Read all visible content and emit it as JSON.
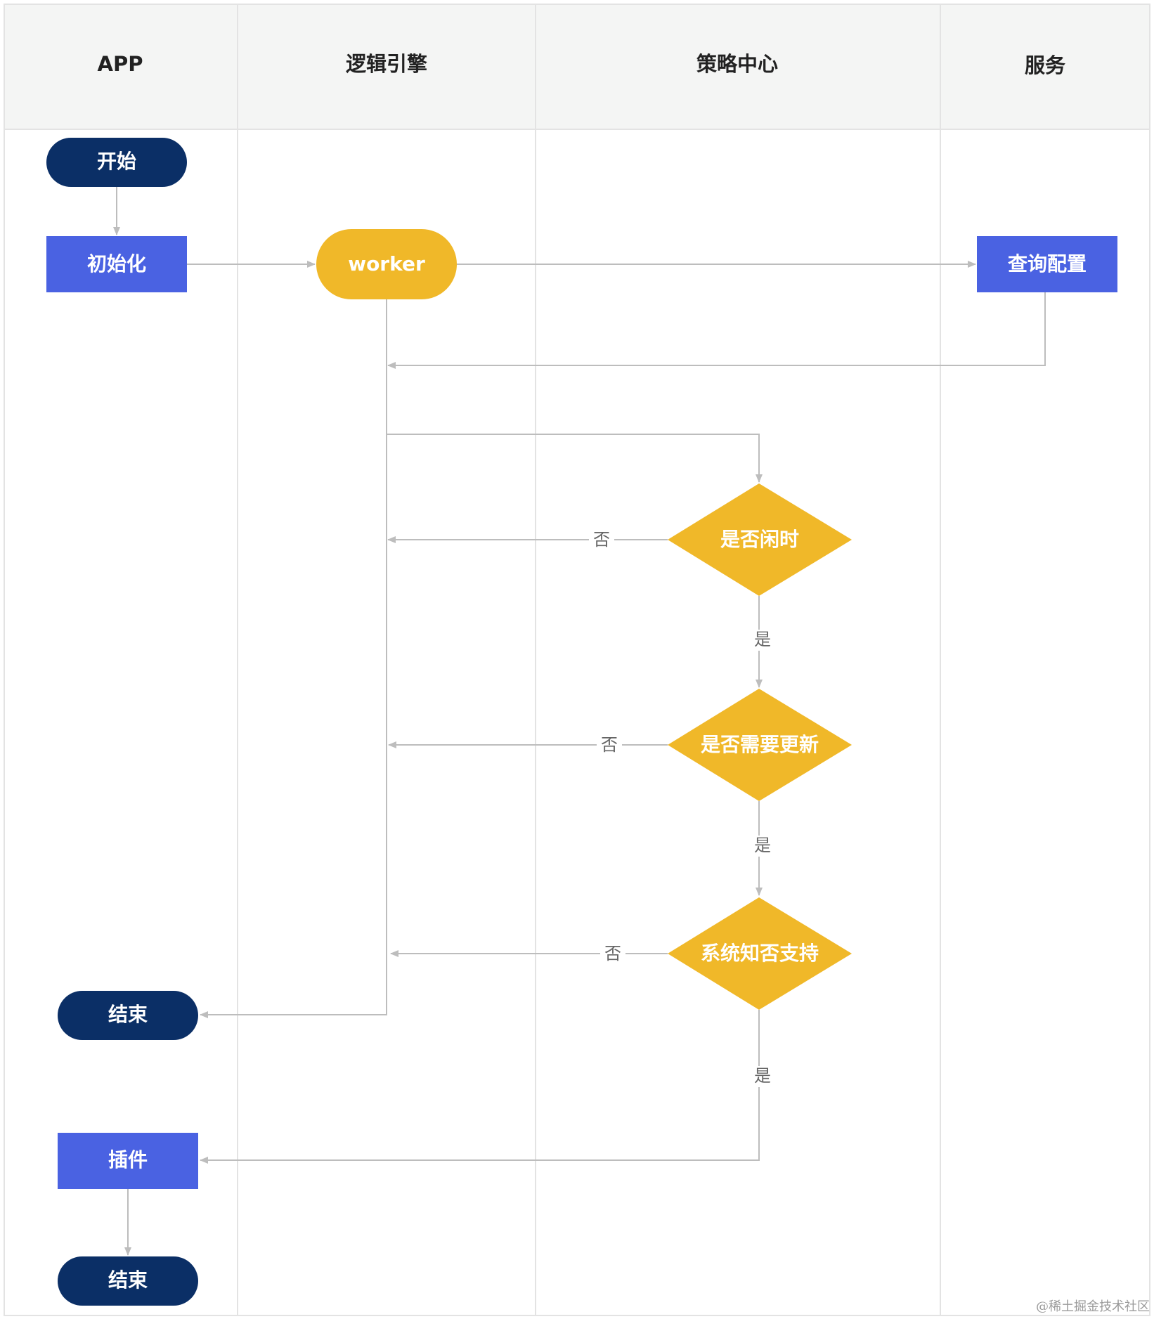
{
  "swimlanes": {
    "app": "APP",
    "logic_engine": "逻辑引擎",
    "strategy_center": "策略中心",
    "service": "服务"
  },
  "nodes": {
    "start": "开始",
    "init": "初始化",
    "worker": "worker",
    "query_config": "查询配置",
    "is_idle": "是否闲时",
    "need_update": "是否需要更新",
    "system_support": "系统知否支持",
    "end_1": "结束",
    "plugin": "插件",
    "end_2": "结束"
  },
  "edge_labels": {
    "no": "否",
    "yes": "是"
  },
  "watermark": "@稀土掘金技术社区",
  "colors": {
    "header_bg": "#f4f5f4",
    "grid_line": "#e3e3e3",
    "terminal": "#0b2f66",
    "process": "#4a62e2",
    "decision": "#f0b829",
    "edge": "#bdbdbd"
  }
}
